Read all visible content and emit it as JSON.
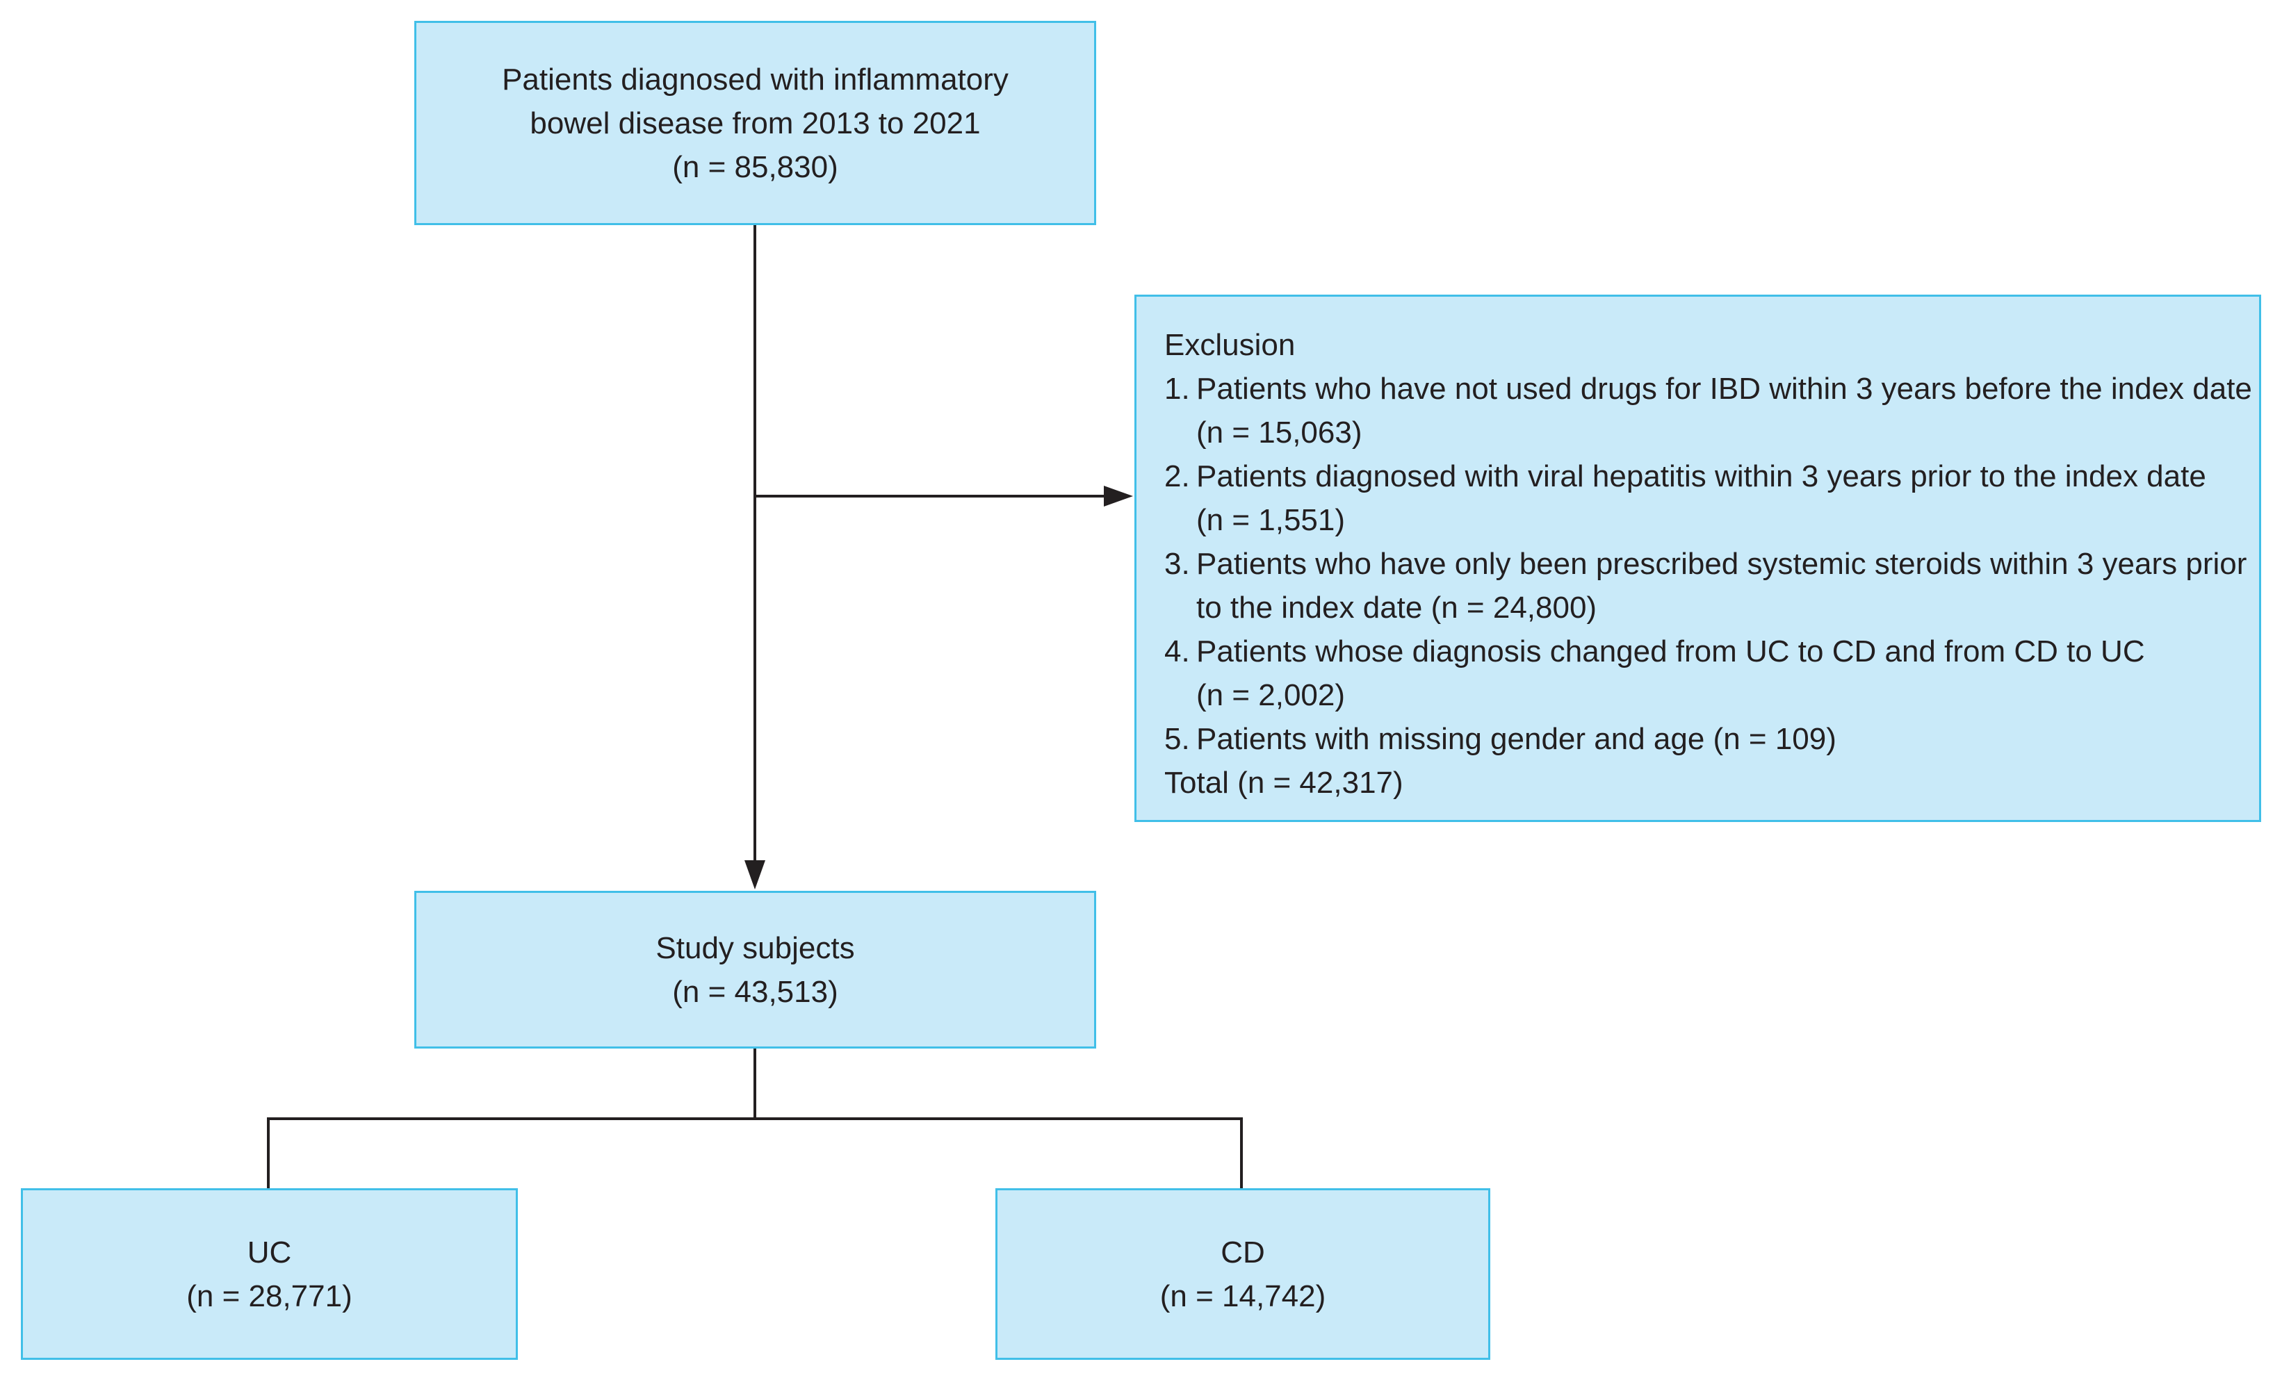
{
  "top_box": {
    "lines": [
      "Patients diagnosed with inflammatory",
      "bowel disease from 2013 to 2021",
      "(n = 85,830)"
    ]
  },
  "exclusion": {
    "title": "Exclusion",
    "items": [
      {
        "number": "1.",
        "lines": [
          "Patients who have not used drugs for IBD within 3 years before the index date",
          "(n = 15,063)"
        ]
      },
      {
        "number": "2.",
        "lines": [
          "Patients diagnosed with viral hepatitis within 3 years prior to the index date",
          "(n = 1,551)"
        ]
      },
      {
        "number": "3.",
        "lines": [
          "Patients who have only been prescribed systemic steroids within 3 years prior",
          "to the index date (n = 24,800)"
        ]
      },
      {
        "number": "4.",
        "lines": [
          "Patients whose diagnosis changed from UC to CD and from CD to UC",
          "(n = 2,002)"
        ]
      },
      {
        "number": "5.",
        "lines": [
          "Patients with missing gender and age (n = 109)"
        ]
      }
    ],
    "total": "Total (n = 42,317)"
  },
  "study_box": {
    "title": "Study subjects",
    "count": "(n = 43,513)"
  },
  "uc_box": {
    "title": "UC",
    "count": "(n = 28,771)"
  },
  "cd_box": {
    "title": "CD",
    "count": "(n = 14,742)"
  },
  "colors": {
    "box_fill": "#c9eaf9",
    "box_border": "#41bfe8",
    "line": "#231f20"
  }
}
